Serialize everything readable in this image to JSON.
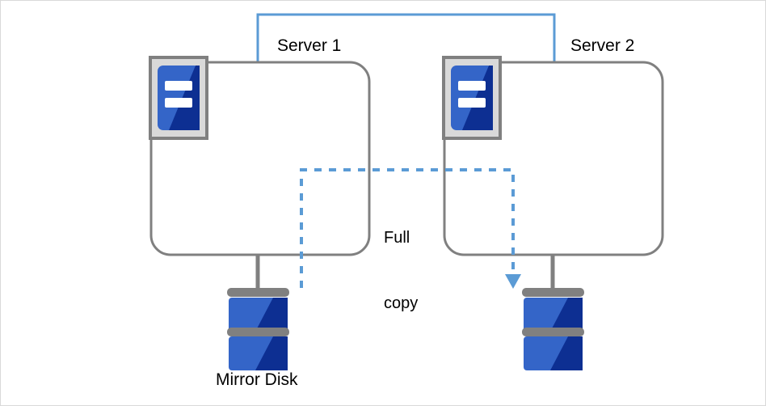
{
  "diagram": {
    "title_region": {
      "server1": "Server 1",
      "server2": "Server 2"
    },
    "labels": {
      "mirror_disk": "Mirror Disk",
      "full_copy_line1": "Full",
      "full_copy_line2": "copy"
    },
    "colors": {
      "interconnect_blue": "#5B9BD5",
      "dashed_blue": "#5B9BD5",
      "box_outline_gray": "#808080",
      "icon_frame_gray": "#808080",
      "icon_frame_fill": "#d9d9d9",
      "icon_blue_light": "#3465c8",
      "icon_blue_dark": "#0d2f92",
      "disk_bar_gray": "#808080",
      "page_border": "#d9d9d9",
      "background": "#ffffff"
    },
    "nodes": [
      {
        "name": "server-1",
        "label": "Server 1",
        "icon": "server-icon",
        "disk": {
          "name": "mirror-disk-1",
          "label": "Mirror Disk",
          "platters": 2
        }
      },
      {
        "name": "server-2",
        "label": "Server 2",
        "icon": "server-icon",
        "disk": {
          "name": "mirror-disk-2",
          "label": "",
          "platters": 2
        }
      }
    ],
    "connections": [
      {
        "name": "interconnect",
        "style": "solid",
        "color": "#5B9BD5",
        "from": "server-1",
        "to": "server-2",
        "label": ""
      },
      {
        "name": "full-copy-flow",
        "style": "dashed",
        "color": "#5B9BD5",
        "from": "mirror-disk-1",
        "to": "mirror-disk-2",
        "label": "Full copy",
        "arrow": "down"
      }
    ]
  }
}
